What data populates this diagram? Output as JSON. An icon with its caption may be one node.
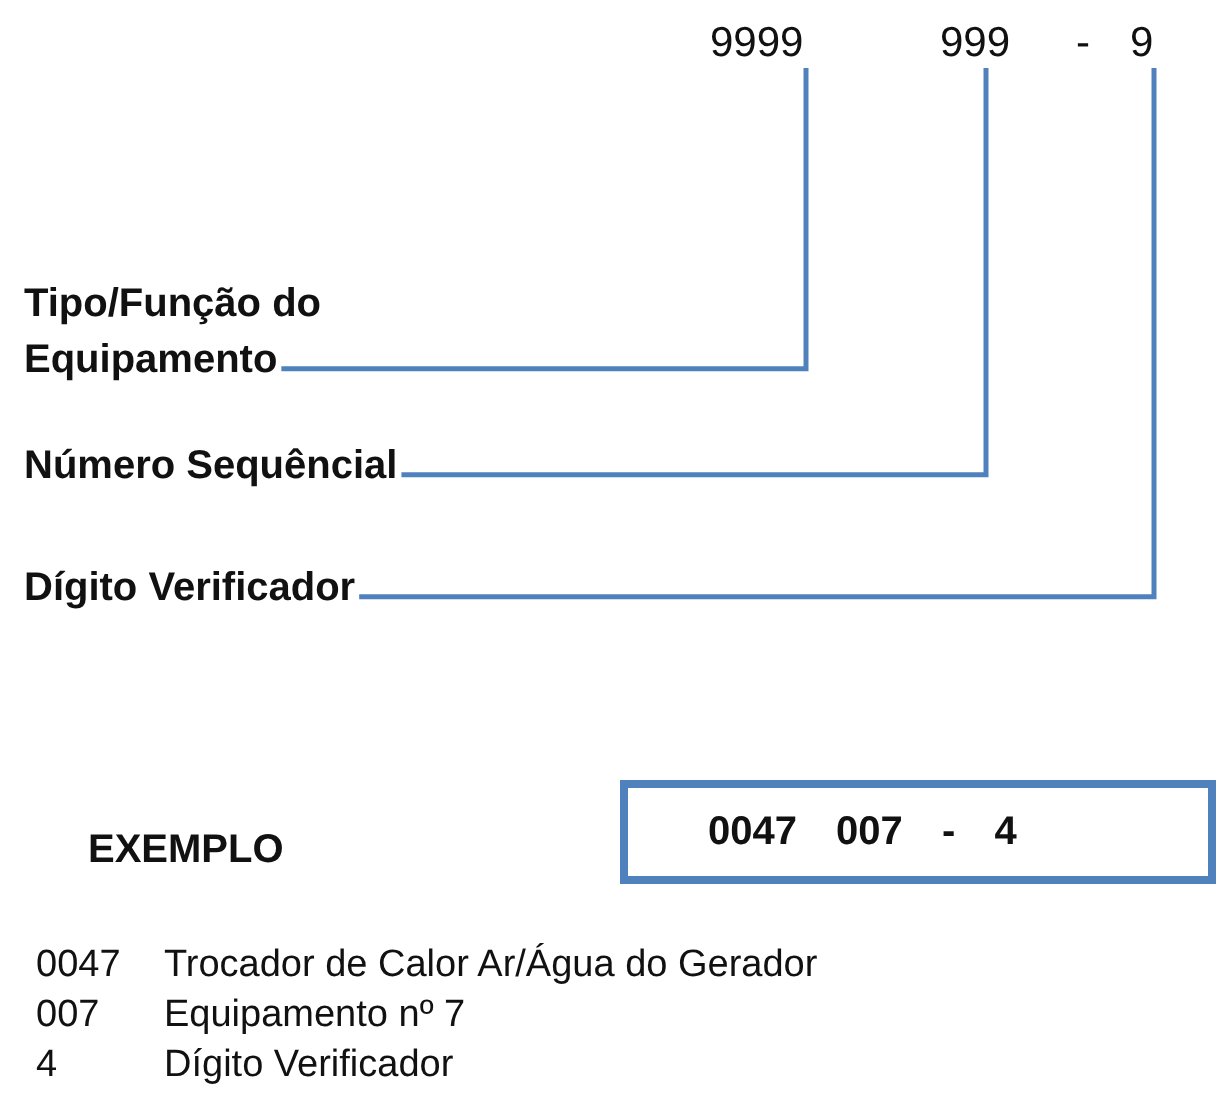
{
  "diagram": {
    "nodes": [
      {
        "text": [
          "9999"
        ]
      },
      {
        "text": [
          "999"
        ]
      },
      {
        "text": [
          "9"
        ]
      },
      {
        "text": [
          "Tipo/Função do Equipamento"
        ]
      },
      {
        "text": [
          "Número Sequêncial"
        ]
      },
      {
        "text": [
          "Dígito Verificador"
        ]
      },
      {
        "text": [
          "0047 007 - 4"
        ]
      }
    ],
    "edges": [
      {
        "from": 3,
        "to": 0,
        "arrow": "none"
      },
      {
        "from": 4,
        "to": 1,
        "arrow": "none"
      },
      {
        "from": 5,
        "to": 2,
        "arrow": "none"
      }
    ],
    "labels": [
      "-",
      "EXEMPLO",
      "0047",
      "Trocador de Calor Ar/Água do Gerador",
      "007",
      "Equipamento nº 7",
      "4",
      "Dígito Verificador"
    ]
  }
}
